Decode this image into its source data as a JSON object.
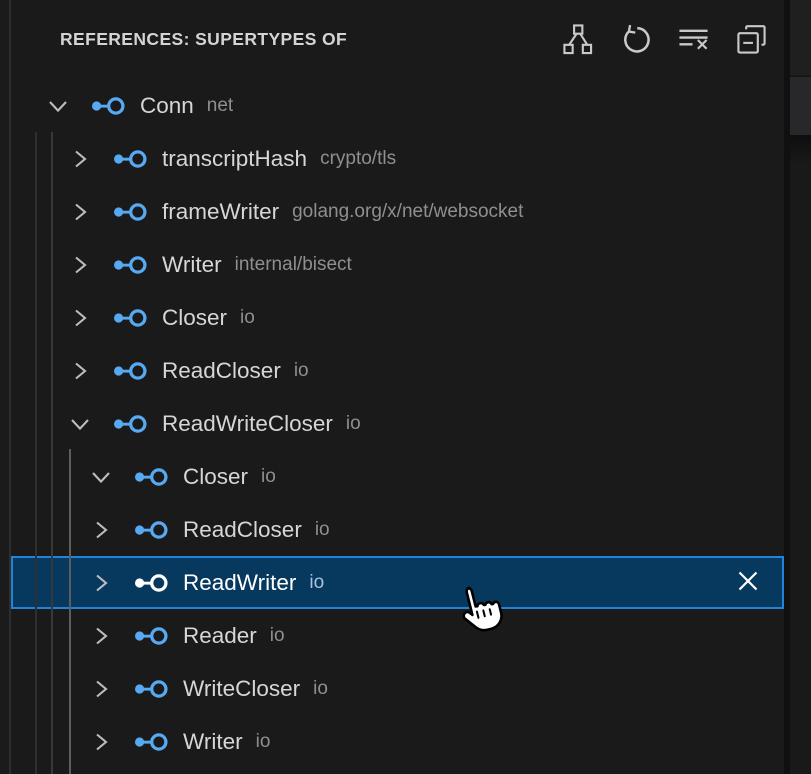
{
  "panel": {
    "title": "REFERENCES: SUPERTYPES OF"
  },
  "toolbar": {
    "buttons": [
      {
        "name": "show-type-hierarchy",
        "icon": "type-hierarchy-icon"
      },
      {
        "name": "refresh",
        "icon": "refresh-icon"
      },
      {
        "name": "clear-all",
        "icon": "clear-all-icon"
      },
      {
        "name": "collapse-all",
        "icon": "collapse-all-icon"
      }
    ]
  },
  "tree": {
    "items": [
      {
        "label": "Conn",
        "package": "net",
        "level": 0,
        "expanded": true,
        "selected": false
      },
      {
        "label": "transcriptHash",
        "package": "crypto/tls",
        "level": 1,
        "expanded": false,
        "selected": false
      },
      {
        "label": "frameWriter",
        "package": "golang.org/x/net/websocket",
        "level": 1,
        "expanded": false,
        "selected": false
      },
      {
        "label": "Writer",
        "package": "internal/bisect",
        "level": 1,
        "expanded": false,
        "selected": false
      },
      {
        "label": "Closer",
        "package": "io",
        "level": 1,
        "expanded": false,
        "selected": false
      },
      {
        "label": "ReadCloser",
        "package": "io",
        "level": 1,
        "expanded": false,
        "selected": false
      },
      {
        "label": "ReadWriteCloser",
        "package": "io",
        "level": 1,
        "expanded": true,
        "selected": false
      },
      {
        "label": "Closer",
        "package": "io",
        "level": 2,
        "expanded": true,
        "selected": false
      },
      {
        "label": "ReadCloser",
        "package": "io",
        "level": 2,
        "expanded": false,
        "selected": false
      },
      {
        "label": "ReadWriter",
        "package": "io",
        "level": 2,
        "expanded": false,
        "selected": true,
        "dismissable": true
      },
      {
        "label": "Reader",
        "package": "io",
        "level": 2,
        "expanded": false,
        "selected": false
      },
      {
        "label": "WriteCloser",
        "package": "io",
        "level": 2,
        "expanded": false,
        "selected": false
      },
      {
        "label": "Writer",
        "package": "io",
        "level": 2,
        "expanded": false,
        "selected": false
      }
    ]
  },
  "colors": {
    "background": "#1a1a1a",
    "interface_icon_blue": "#57a9f2",
    "selection_background": "#07395f",
    "selection_border": "#1f84da",
    "label_text": "#d6d6d6",
    "package_text": "#8f8f8f",
    "indent_guide": "#383838",
    "indent_guide_active": "#5d5d5d"
  }
}
